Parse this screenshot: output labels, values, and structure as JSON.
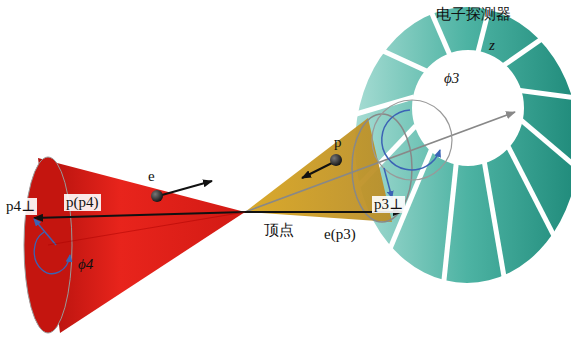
{
  "diagram": {
    "labels": [
      "电子探测器",
      "z",
      "ϕ3",
      "p",
      "p3⊥",
      "e(p3)",
      "顶点",
      "p(p4)",
      "e",
      "p4⊥",
      "ϕ4"
    ]
  }
}
